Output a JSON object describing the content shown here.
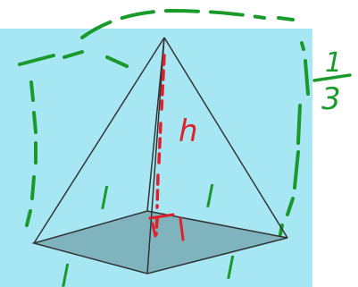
{
  "labels": {
    "edge_back_left": "l",
    "edge_back_right": "l",
    "edge_front_left": "l",
    "edge_front_right": "l",
    "height": "h",
    "fraction_numerator": "1",
    "fraction_denominator": "3"
  },
  "colors": {
    "background_panel": "#a7e6f3",
    "pyramid_edges": "#333333",
    "base_fill": "#7fb4bf",
    "label_green": "#1a9a2a",
    "height_red": "#e0202a",
    "box_green": "#1a9a2a"
  }
}
